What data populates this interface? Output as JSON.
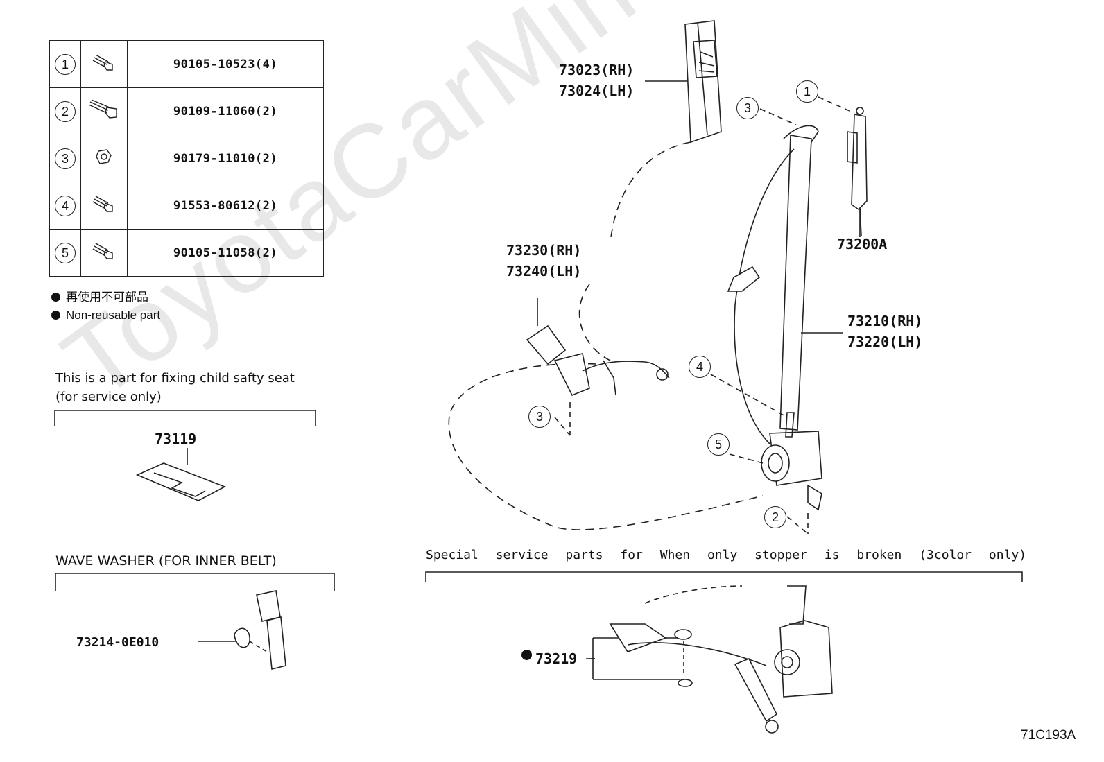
{
  "watermark": "ToyotaCarMine.ru",
  "fasteners": [
    {
      "num": "1",
      "icon": "bolt-icon",
      "part": "90105-10523(4)"
    },
    {
      "num": "2",
      "icon": "bolt-icon",
      "part": "90109-11060(2)"
    },
    {
      "num": "3",
      "icon": "nut-icon",
      "part": "90179-11010(2)"
    },
    {
      "num": "4",
      "icon": "bolt-icon",
      "part": "91553-80612(2)"
    },
    {
      "num": "5",
      "icon": "bolt-icon",
      "part": "90105-11058(2)"
    }
  ],
  "legend": {
    "jp": "再使用不可部品",
    "en": "Non-reusable part"
  },
  "child_seat": {
    "note_line1": "This is a part for fixing child safty seat",
    "note_line2": "(for service only)",
    "part": "73119"
  },
  "wave_washer": {
    "title": "WAVE WASHER (FOR INNER BELT)",
    "part": "73214-0E010"
  },
  "special_service": {
    "title": "Special service parts for When only stopper is broken (3color only)",
    "part": "73219"
  },
  "parts": {
    "p73023": "73023(RH)",
    "p73024": "73024(LH)",
    "p73230": "73230(RH)",
    "p73240": "73240(LH)",
    "p73200a": "73200A",
    "p73210": "73210(RH)",
    "p73220": "73220(LH)"
  },
  "callouts": {
    "c1": "1",
    "c2": "2",
    "c3a": "3",
    "c3b": "3",
    "c4": "4",
    "c5": "5"
  },
  "diagram_code": "71C193A"
}
